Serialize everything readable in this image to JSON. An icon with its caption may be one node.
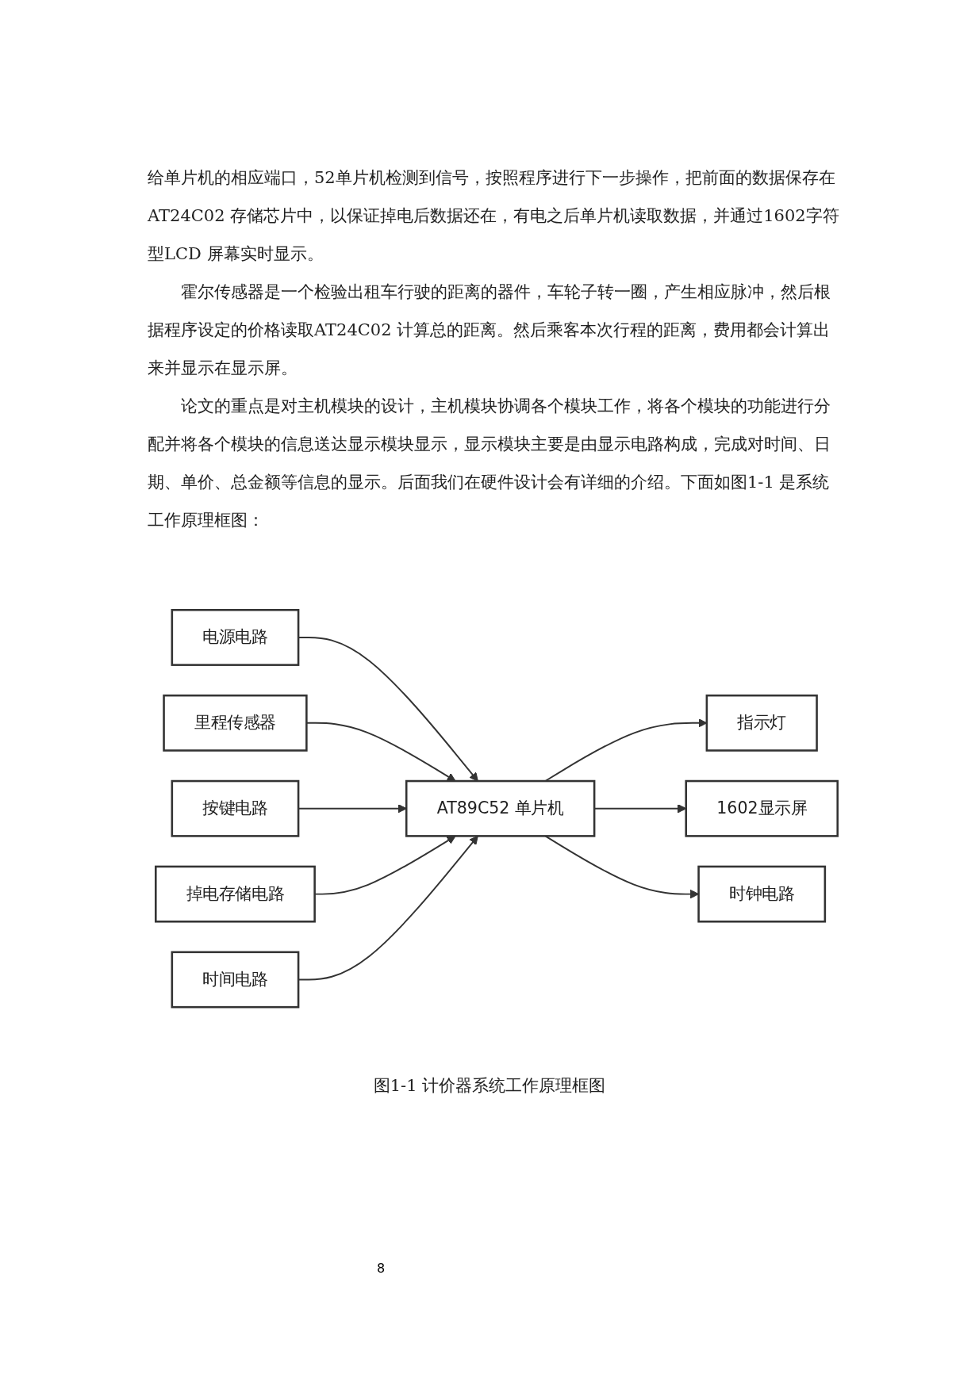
{
  "diagram": {
    "caption": "图1-1 计价器系统工作原理框图",
    "nodes": [
      {
        "text": [
          "电源电路"
        ]
      },
      {
        "text": [
          "里程传感器"
        ]
      },
      {
        "text": [
          "按键电路"
        ]
      },
      {
        "text": [
          "掉电存储电路"
        ]
      },
      {
        "text": [
          "时间电路"
        ]
      },
      {
        "text": [
          "AT89C52 单片机"
        ]
      },
      {
        "text": [
          "指示灯"
        ]
      },
      {
        "text": [
          "1602显示屏"
        ]
      },
      {
        "text": [
          "时钟电路"
        ]
      }
    ],
    "edges": [
      {
        "from": 0,
        "to": 5,
        "arrow": "to"
      },
      {
        "from": 1,
        "to": 5,
        "arrow": "to"
      },
      {
        "from": 2,
        "to": 5,
        "arrow": "to"
      },
      {
        "from": 3,
        "to": 5,
        "arrow": "to"
      },
      {
        "from": 4,
        "to": 5,
        "arrow": "to"
      },
      {
        "from": 5,
        "to": 6,
        "arrow": "to"
      },
      {
        "from": 5,
        "to": 7,
        "arrow": "to"
      },
      {
        "from": 5,
        "to": 8,
        "arrow": "to"
      }
    ],
    "labels": [
      "给单片机的相应端口，52单片机检测到信号，按照程序进行下一步操作，把前面的数据保存在AT24C02 存储芯片中，以保证掉电后数据还在，有电之后单片机读取数据，并通过1602字符型LCD 屏幕实时显示。",
      "霍尔传感器是一个检验出租车行驶的距离的器件，车轮子转一圈，产生相应脉冲，然后根据程序设定的价格读取AT24C02 计算总的距离。然后乘客本次行程的距离，费用都会计算出来并显示在显示屏。",
      "论文的重点是对主机模块的设计，主机模块协调各个模块工作，将各个模块的功能进行分配并将各个模块的信息送达显示模块显示，显示模块主要是由显示电路构成，完成对时间、日期、单价、总金额等信息的显示。后面我们在硬件设计会有详细的介绍。下面如图1-1 是系统工作原理框图：",
      "8"
    ]
  }
}
